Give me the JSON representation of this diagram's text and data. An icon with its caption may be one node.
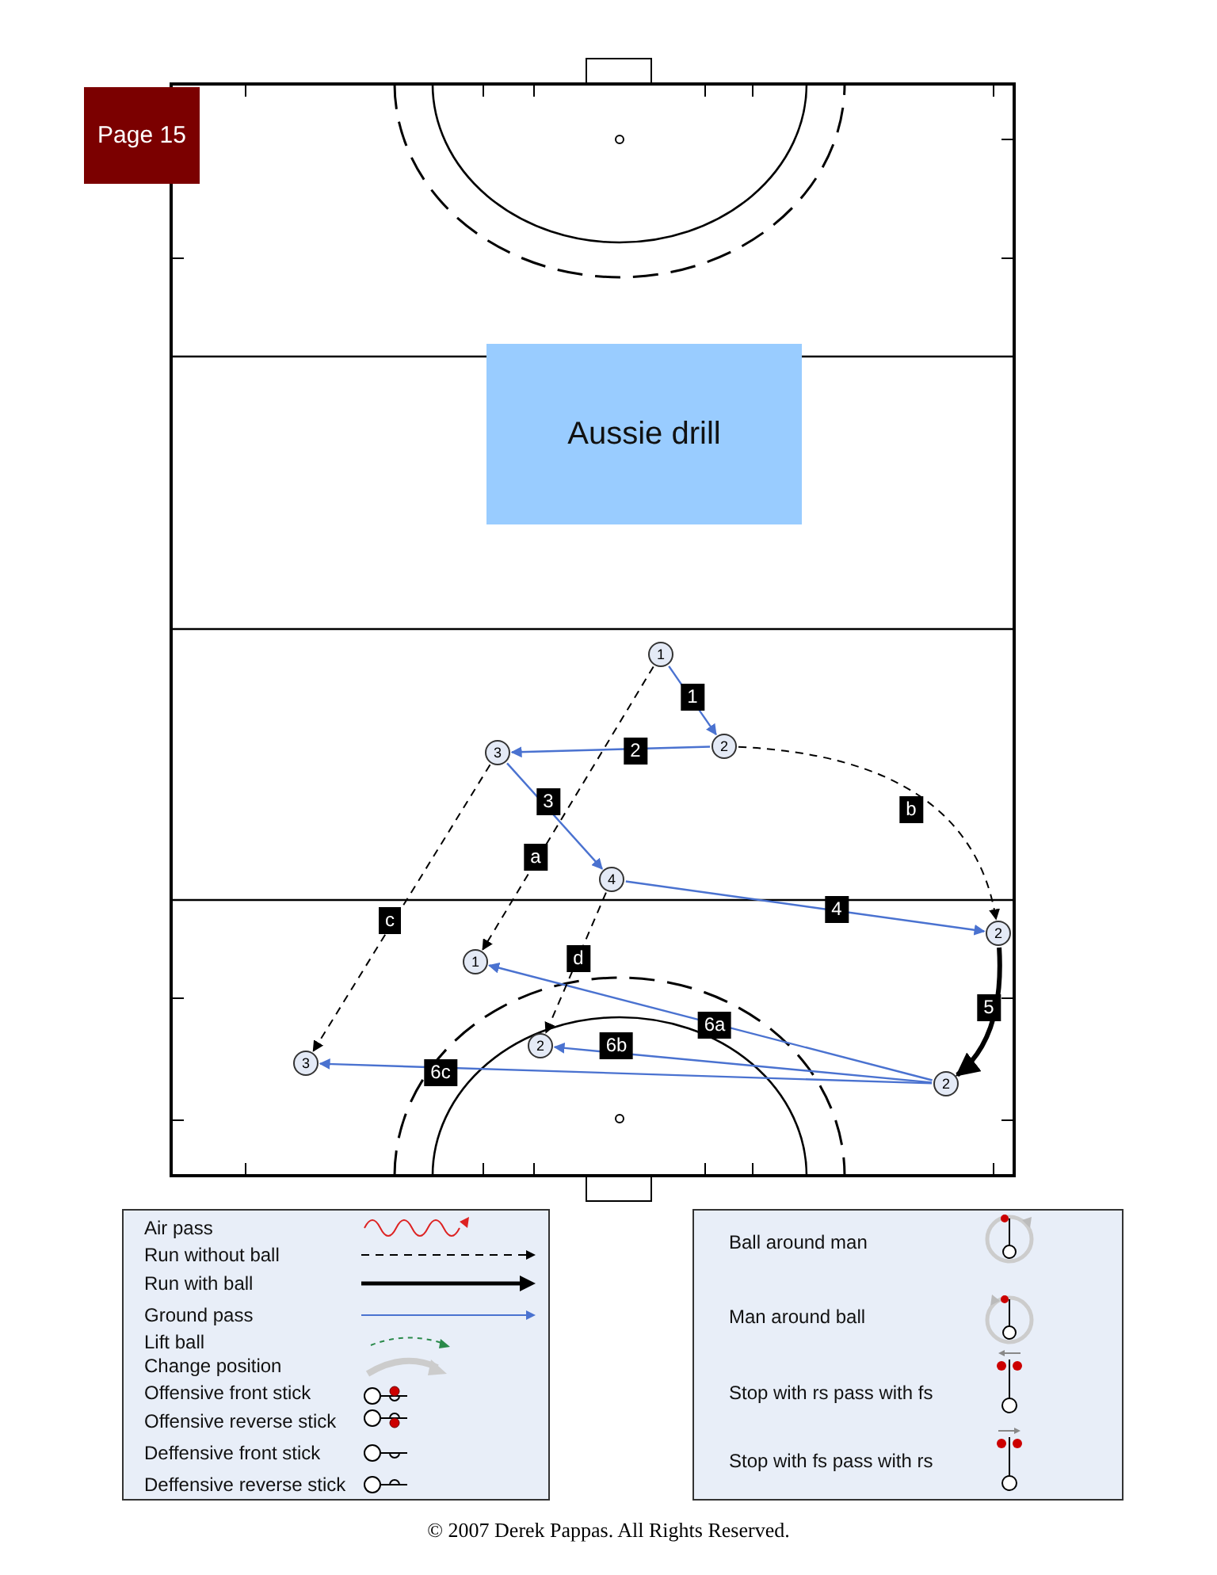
{
  "diagram": {
    "caption": "© 2007 Derek Pappas. All Rights Reserved.",
    "nodes": [
      {
        "text": [
          "Page 15"
        ]
      },
      {
        "text": [
          "Aussie drill"
        ]
      },
      {
        "text": [
          "1"
        ]
      },
      {
        "text": [
          "2"
        ]
      },
      {
        "text": [
          "3"
        ]
      },
      {
        "text": [
          "4"
        ]
      },
      {
        "text": [
          "2"
        ]
      },
      {
        "text": [
          "1"
        ]
      },
      {
        "text": [
          "2"
        ]
      },
      {
        "text": [
          "3"
        ]
      },
      {
        "text": [
          "2"
        ]
      }
    ],
    "edges": [
      {
        "from": 2,
        "to": 3,
        "arrow": "to",
        "label": "1"
      },
      {
        "from": 3,
        "to": 4,
        "arrow": "to",
        "label": "2"
      },
      {
        "from": 4,
        "to": 5,
        "arrow": "to",
        "label": "3"
      },
      {
        "from": 5,
        "to": 6,
        "arrow": "to",
        "label": "4"
      },
      {
        "from": 6,
        "to": 10,
        "arrow": "to",
        "label": "5",
        "style": "thick",
        "color": "#000000"
      },
      {
        "from": 10,
        "to": 7,
        "arrow": "to",
        "label": "6a"
      },
      {
        "from": 10,
        "to": 8,
        "arrow": "to",
        "label": "6b"
      },
      {
        "from": 10,
        "to": 9,
        "arrow": "to",
        "label": "6c"
      },
      {
        "from": 2,
        "to": 7,
        "arrow": "to",
        "label": "a",
        "style": "dashed",
        "color": "#000000"
      },
      {
        "from": 3,
        "to": 6,
        "arrow": "to",
        "label": "b",
        "style": "dashed",
        "color": "#000000"
      },
      {
        "from": 4,
        "to": 9,
        "arrow": "to",
        "label": "c",
        "style": "dashed",
        "color": "#000000"
      },
      {
        "from": 5,
        "to": 8,
        "arrow": "to",
        "label": "d",
        "style": "dashed",
        "color": "#000000"
      }
    ],
    "legend": [
      {
        "text": "Air pass"
      },
      {
        "text": "Run without ball"
      },
      {
        "text": "Run with ball"
      },
      {
        "text": "Ground pass"
      },
      {
        "text": "Lift ball"
      },
      {
        "text": "Change position"
      },
      {
        "text": "Offensive front stick"
      },
      {
        "text": "Offensive reverse stick"
      },
      {
        "text": "Deffensive front stick"
      },
      {
        "text": "Deffensive reverse stick"
      },
      {
        "text": "Ball around man"
      },
      {
        "text": "Man around ball"
      },
      {
        "text": "Stop with rs pass with fs"
      },
      {
        "text": "Stop with fs pass with rs"
      }
    ]
  }
}
